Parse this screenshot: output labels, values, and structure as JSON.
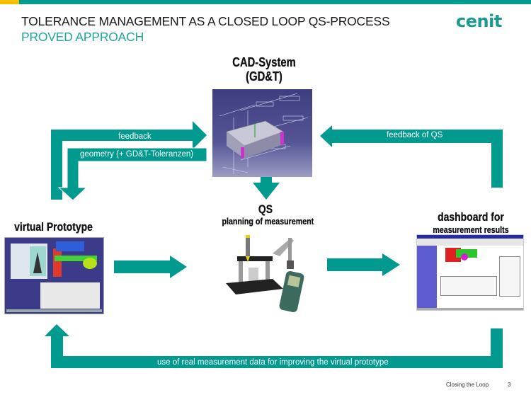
{
  "header": {
    "title": "TOLERANCE MANAGEMENT AS A CLOSED LOOP QS-PROCESS",
    "subtitle": "PROVED APPROACH",
    "logo": "cenit",
    "accent_color": "#009a8f",
    "highlight_color": "#f5c000"
  },
  "nodes": {
    "cad": {
      "title_line1": "CAD-System",
      "title_line2": "(GD&T)",
      "image": "cad-model-with-gdt-annotations"
    },
    "virtual_prototype": {
      "title": "virtual Prototype",
      "image": "simulation-software-screenshot"
    },
    "qs": {
      "title": "QS",
      "subtitle": "planning of measurement",
      "image": "measurement-machines"
    },
    "dashboard": {
      "title_line1": "dashboard for",
      "title_line2": "measurement results",
      "image": "dashboard-software-screenshot"
    }
  },
  "arrows": {
    "feedback": "feedback",
    "geometry": "geometry (+ GD&T-Toleranzen)",
    "feedback_qs": "feedback of QS",
    "bottom_loop": "use of real measurement data for improving the virtual prototype"
  },
  "footer": {
    "section": "Closing the Loop",
    "page": "3"
  }
}
